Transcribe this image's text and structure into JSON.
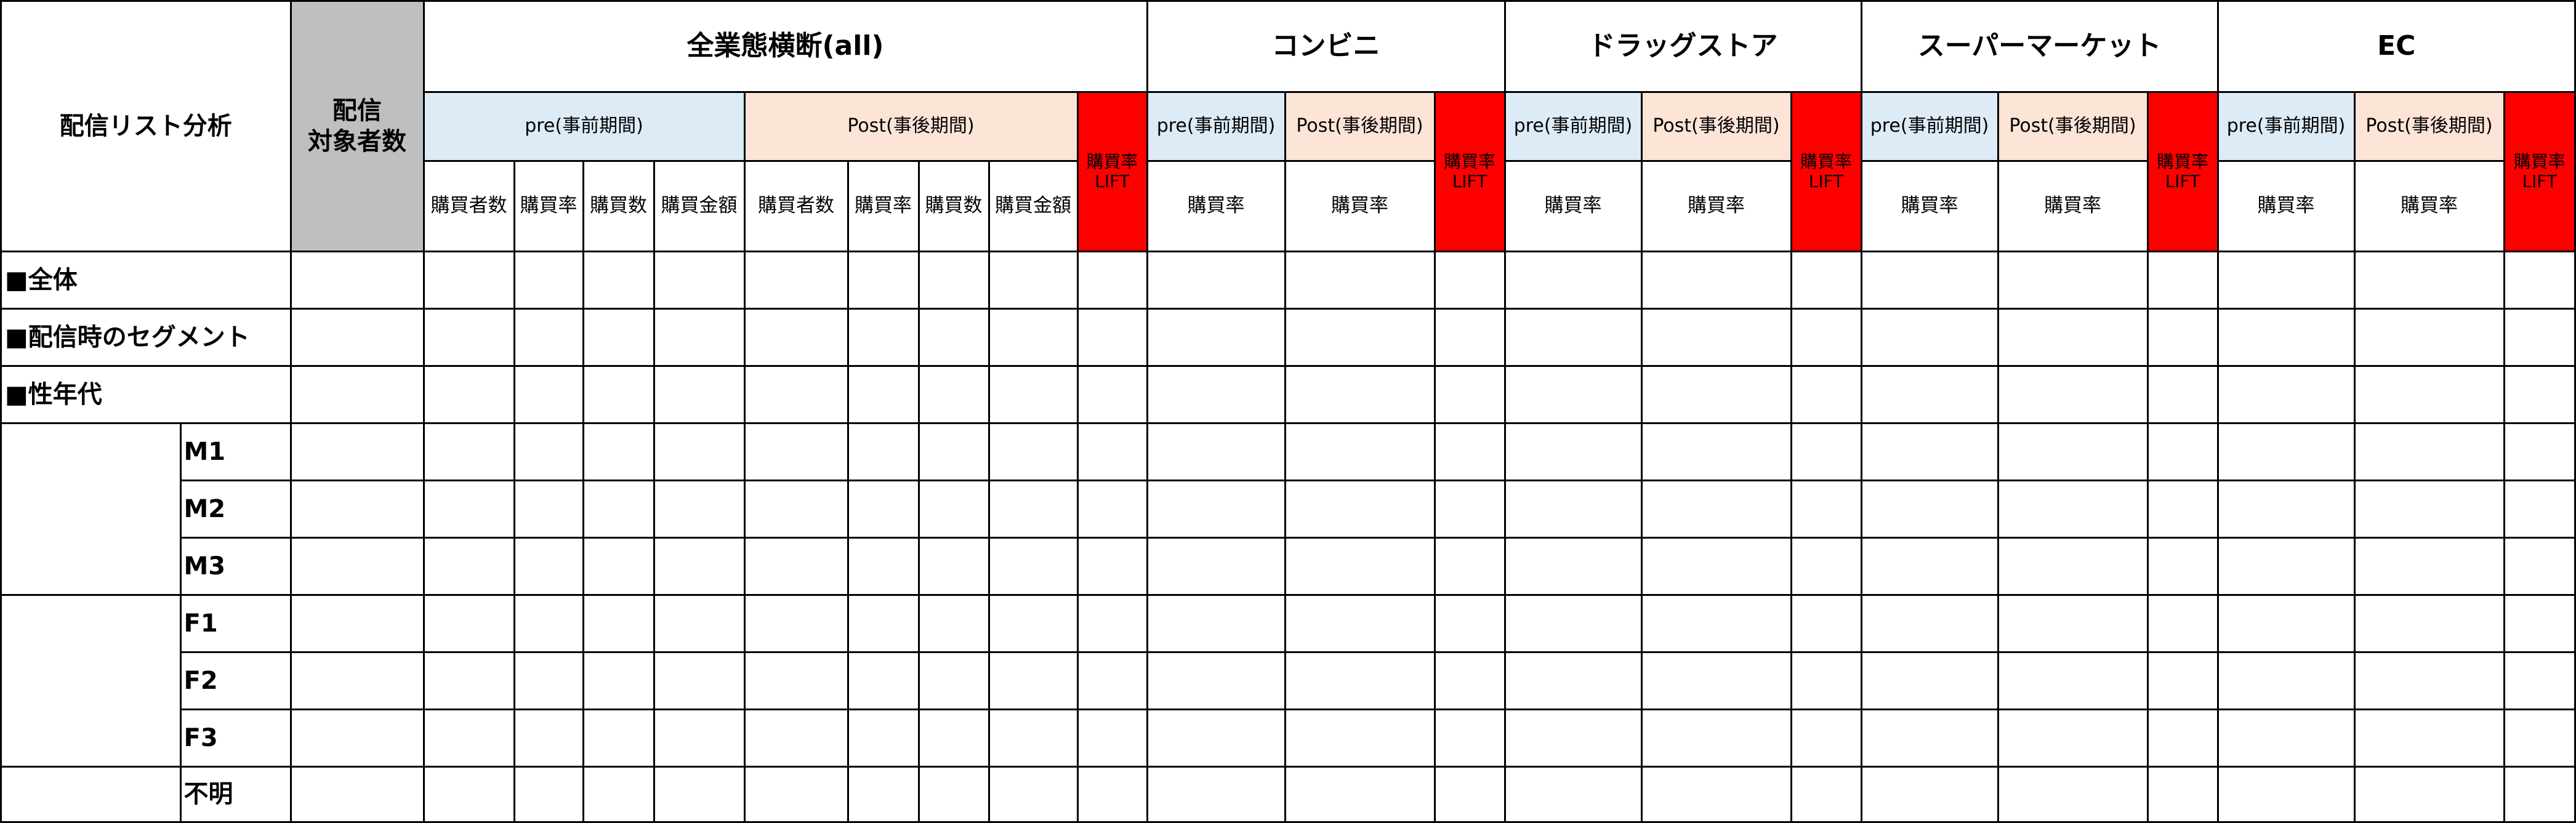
{
  "header": {
    "list_analysis": "配信リスト分析",
    "target_count": "配信\n対象者数",
    "sections": [
      {
        "name": "全業態横断(all)",
        "pre": {
          "label": "pre(事前期間)",
          "metrics": [
            "購買者数",
            "購買率",
            "購買数",
            "購買金額"
          ]
        },
        "post": {
          "label": "Post(事後期間)",
          "metrics": [
            "購買者数",
            "購買率",
            "購買数",
            "購買金額"
          ]
        },
        "lift": "購買率\nLIFT"
      },
      {
        "name": "コンビニ",
        "pre": {
          "label": "pre(事前期間)",
          "metrics": [
            "購買率"
          ]
        },
        "post": {
          "label": "Post(事後期間)",
          "metrics": [
            "購買率"
          ]
        },
        "lift": "購買率\nLIFT"
      },
      {
        "name": "ドラッグストア",
        "pre": {
          "label": "pre(事前期間)",
          "metrics": [
            "購買率"
          ]
        },
        "post": {
          "label": "Post(事後期間)",
          "metrics": [
            "購買率"
          ]
        },
        "lift": "購買率\nLIFT"
      },
      {
        "name": "スーパーマーケット",
        "pre": {
          "label": "pre(事前期間)",
          "metrics": [
            "購買率"
          ]
        },
        "post": {
          "label": "Post(事後期間)",
          "metrics": [
            "購買率"
          ]
        },
        "lift": "購買率\nLIFT"
      },
      {
        "name": "EC",
        "pre": {
          "label": "pre(事前期間)",
          "metrics": [
            "購買率"
          ]
        },
        "post": {
          "label": "Post(事後期間)",
          "metrics": [
            "購買率"
          ]
        },
        "lift": "購買率\nLIFT"
      }
    ]
  },
  "body": {
    "headings": [
      "■全体",
      "■配信時のセグメント",
      "■性年代"
    ],
    "groups": [
      [
        "M1",
        "M2",
        "M3"
      ],
      [
        "F1",
        "F2",
        "F3"
      ],
      [
        "不明"
      ]
    ]
  },
  "colors": {
    "grid_line": "#000000",
    "target_header_fill": "#bfbfbf",
    "pre_fill": "#ddebf7",
    "post_fill": "#fce4d6",
    "lift_fill": "#ff0000"
  }
}
